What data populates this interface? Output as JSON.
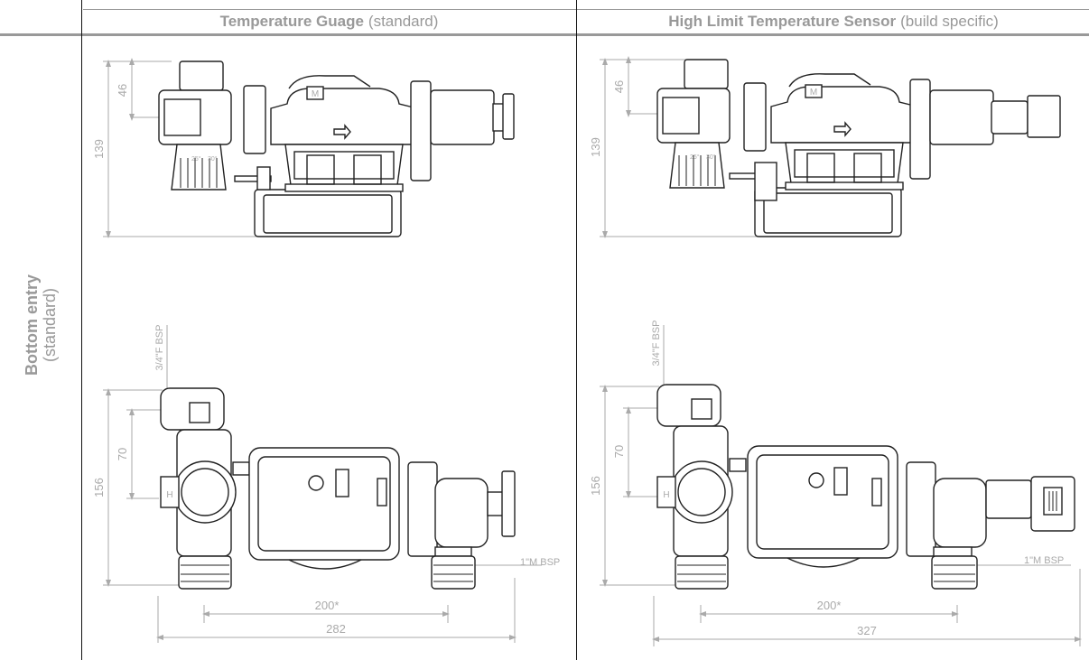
{
  "headers": [
    {
      "title": "Temperature Guage",
      "subtitle": "(standard)"
    },
    {
      "title": "High Limit Temperature Sensor",
      "subtitle": "(build specific)"
    }
  ],
  "row_label": {
    "title": "Bottom entry",
    "subtitle": "(standard)"
  },
  "left_drawing": {
    "dims": {
      "d46": "46",
      "d139": "139",
      "d70": "70",
      "d156": "156",
      "d200": "200*",
      "width": "282"
    },
    "labels": {
      "inlet": "3/4\"F BSP",
      "outlet": "1\"M BSP"
    }
  },
  "right_drawing": {
    "dims": {
      "d46": "46",
      "d139": "139",
      "d70": "70",
      "d156": "156",
      "d200": "200*",
      "width": "327"
    },
    "labels": {
      "inlet": "3/4\"F BSP",
      "outlet": "1\"M BSP"
    }
  },
  "dial_marks": [
    "25°",
    "30°"
  ],
  "colors": {
    "rule": "#999999",
    "drawing": "#222222",
    "dimension": "#aaaaaa"
  }
}
